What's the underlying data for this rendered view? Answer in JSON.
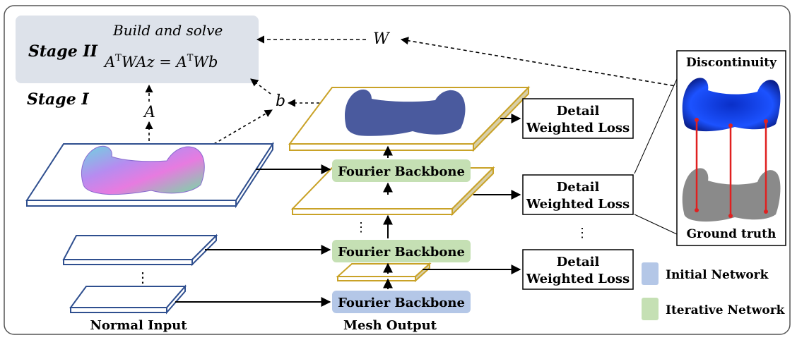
{
  "stage2": {
    "label": "Stage II",
    "line1": "Build and solve",
    "equation_lhs": "A",
    "equation_t1": "T",
    "equation_mid": "WAz = A",
    "equation_t2": "T",
    "equation_rhs": "Wb"
  },
  "stage1": {
    "label": "Stage I"
  },
  "symbols": {
    "w": "W",
    "a": "A",
    "b": "b"
  },
  "backbones": {
    "top": "Fourier Backbone",
    "middle": "Fourier Backbone",
    "initial": "Fourier Backbone"
  },
  "losses": {
    "top": [
      "Detail",
      "Weighted Loss"
    ],
    "middle": [
      "Detail",
      "Weighted Loss"
    ],
    "bottom": [
      "Detail",
      "Weighted Loss"
    ]
  },
  "ellipsis": "⋮",
  "captions": {
    "normal_input": "Normal Input",
    "mesh_output": "Mesh Output"
  },
  "legend": {
    "initial": {
      "label": "Initial Network",
      "color": "#b4c7e7"
    },
    "iterative": {
      "label": "Iterative Network",
      "color": "#c5e0b4"
    }
  },
  "panel": {
    "discontinuity": "Discontinuity",
    "ground_truth": "Ground truth"
  },
  "colors": {
    "stage_box": "#dde2ea",
    "input_plane": "#2f4f8f",
    "output_plane": "#c9a227",
    "output_side": "#d8cfa8",
    "mesh_blue": "#4a5a9e",
    "heatmap": "#1440d8",
    "ground_truth": "#8a8a8a",
    "correspondence": "#e02020"
  }
}
